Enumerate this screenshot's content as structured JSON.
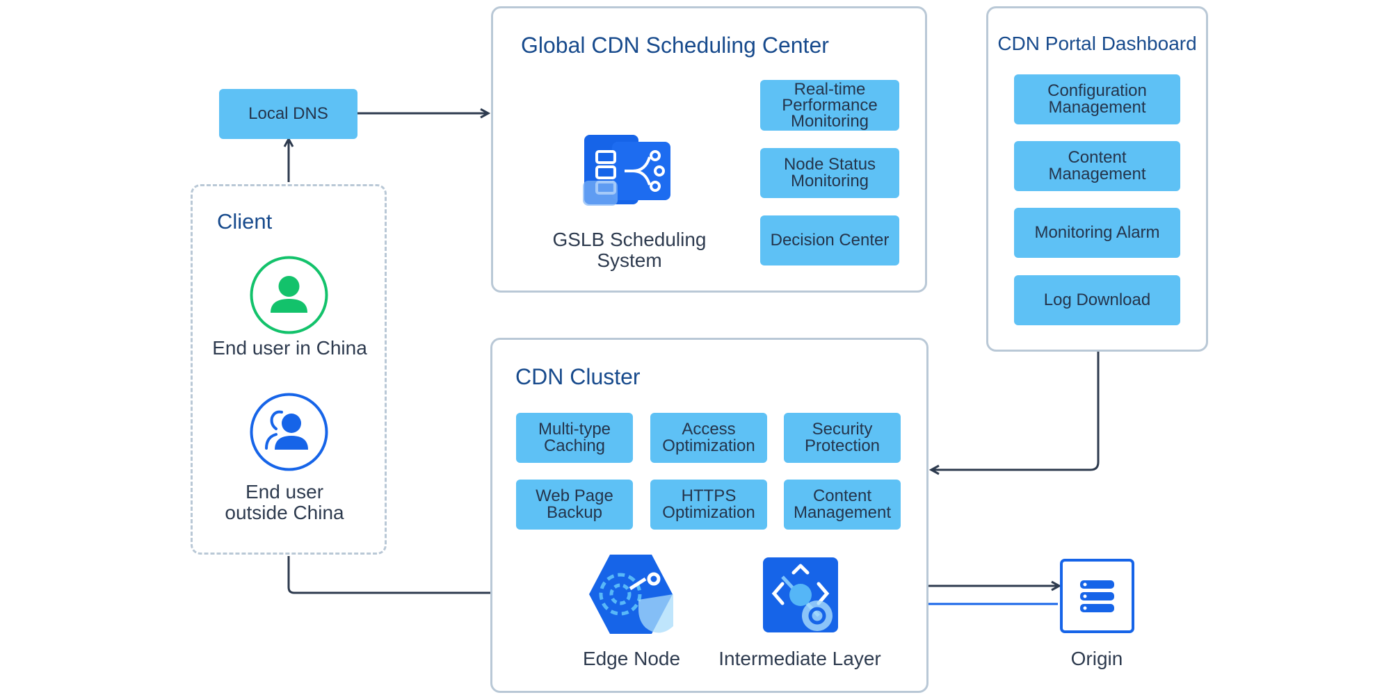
{
  "local_dns": {
    "label": "Local DNS"
  },
  "client": {
    "title": "Client",
    "china_user": "End user in China",
    "overseas_user": "End user outside China"
  },
  "scheduling_center": {
    "title": "Global CDN Scheduling Center",
    "gslb_label": "GSLB Scheduling System",
    "modules": [
      "Real-time Performance Monitoring",
      "Node Status Monitoring",
      "Decision Center"
    ]
  },
  "portal": {
    "title": "CDN Portal Dashboard",
    "items": [
      "Configuration Management",
      "Content Management",
      "Monitoring Alarm",
      "Log Download"
    ]
  },
  "cluster": {
    "title": "CDN Cluster",
    "features": [
      "Multi-type Caching",
      "Access Optimization",
      "Security Protection",
      "Web Page Backup",
      "HTTPS Optimization",
      "Content Management"
    ],
    "edge_node": "Edge Node",
    "intermediate_layer": "Intermediate Layer"
  },
  "origin": {
    "label": "Origin"
  },
  "colors": {
    "chip": "#5ec1f5",
    "panel_border": "#b9c8d6",
    "title": "#174a8c",
    "blue": "#1664e8",
    "green": "#13c26b",
    "dark_arrow": "#2d3a4e"
  },
  "icons": [
    "user-green-icon",
    "user-blue-icon",
    "gslb-server-icon",
    "edge-node-icon",
    "intermediate-layer-icon",
    "origin-server-icon"
  ]
}
